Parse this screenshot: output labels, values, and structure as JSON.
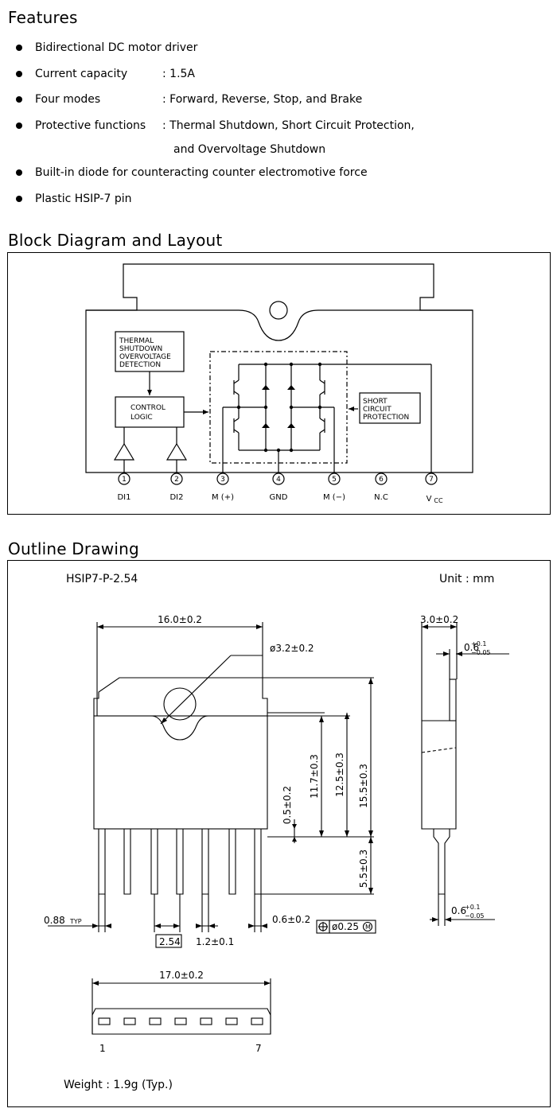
{
  "features": {
    "heading": "Features",
    "items": [
      {
        "label": "Bidirectional DC motor driver",
        "value": ""
      },
      {
        "label": "Current capacity",
        "value": ": 1.5A"
      },
      {
        "label": "Four modes",
        "value": ": Forward, Reverse, Stop, and Brake"
      },
      {
        "label": "Protective functions",
        "value": ": Thermal Shutdown, Short Circuit Protection,",
        "value2": "and Overvoltage Shutdown"
      },
      {
        "label": "Built-in diode for counteracting counter electromotive force",
        "value": ""
      },
      {
        "label": "Plastic HSIP-7 pin",
        "value": ""
      }
    ]
  },
  "block_diagram": {
    "heading": "Block Diagram and Layout",
    "thermal_block": [
      "THERMAL",
      "SHUTDOWN",
      "OVERVOLTAGE",
      "DETECTION"
    ],
    "control_block": [
      "CONTROL",
      "LOGIC"
    ],
    "short_block": [
      "SHORT",
      "CIRCUIT",
      "PROTECTION"
    ],
    "pins": [
      {
        "num": "1",
        "name": "DI1"
      },
      {
        "num": "2",
        "name": "DI2"
      },
      {
        "num": "3",
        "name": "M (+)"
      },
      {
        "num": "4",
        "name": "GND"
      },
      {
        "num": "5",
        "name": "M (−)"
      },
      {
        "num": "6",
        "name": "N.C"
      },
      {
        "num": "7",
        "name": "V",
        "sub": "CC"
      }
    ]
  },
  "outline": {
    "heading": "Outline Drawing",
    "package": "HSIP7-P-2.54",
    "unit": "Unit : mm",
    "dims": {
      "width": "16.0±0.2",
      "hole": "ø3.2±0.2",
      "h_155": "15.5±0.3",
      "h_125": "12.5±0.3",
      "h_117": "11.7±0.3",
      "h_05": "0.5±0.2",
      "h_55": "5.5±0.3",
      "thick": "3.0±0.2",
      "tab_main": "0.6",
      "tab_sup": "+0.1",
      "tab_sub": "−0.05",
      "lead_main": "0.6",
      "lead_sup": "+0.1",
      "lead_sub": "−0.05",
      "lead_w": "0.88",
      "lead_w_typ": "TYP",
      "pitch": "2.54",
      "lead_1": "1.2±0.1",
      "lead_th": "0.6±0.2",
      "pos_tol": "ø0.25",
      "pos_m": "M",
      "bottom_w": "17.0±0.2",
      "pin_first": "1",
      "pin_last": "7"
    },
    "weight": "Weight : 1.9g (Typ.)"
  }
}
